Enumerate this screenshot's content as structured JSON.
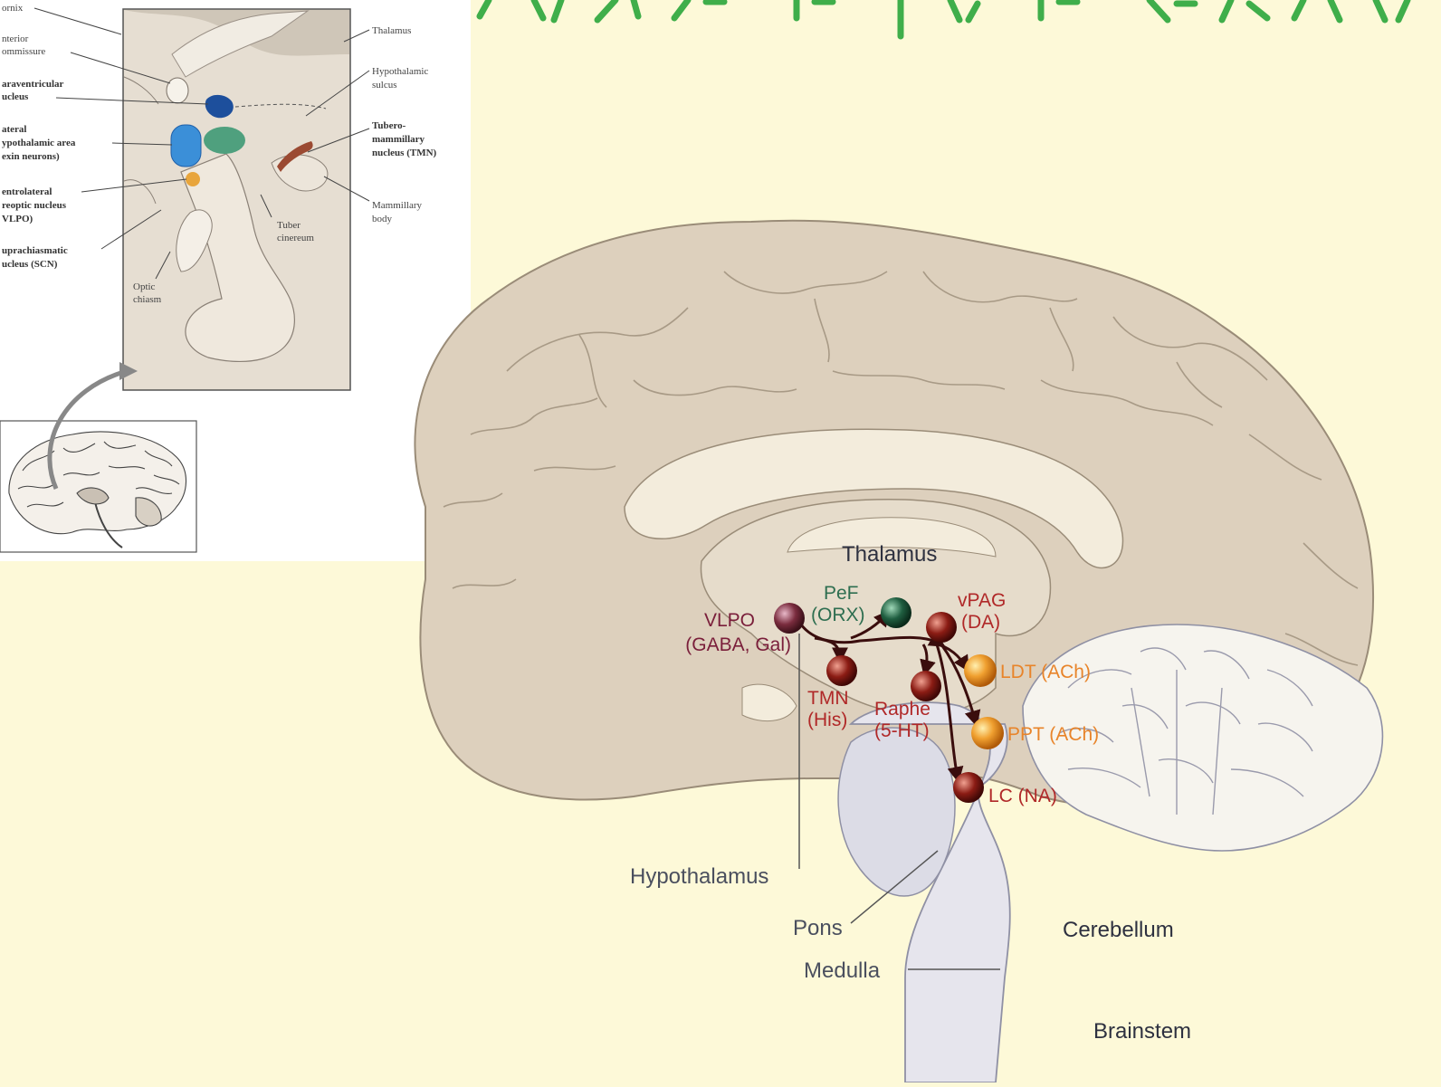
{
  "inset": {
    "left_labels": [
      {
        "id": "fornix",
        "lines": [
          "ornix"
        ]
      },
      {
        "id": "anterior-commissure",
        "lines": [
          "nterior",
          "ommissure"
        ]
      },
      {
        "id": "paraventricular-nucleus",
        "lines": [
          "araventricular",
          "ucleus"
        ]
      },
      {
        "id": "lateral-hypothalamic-area",
        "lines": [
          "ateral",
          "ypothalamic area",
          "exin neurons)"
        ]
      },
      {
        "id": "vlpo",
        "lines": [
          "entrolateral",
          "reoptic nucleus",
          "VLPO)"
        ]
      },
      {
        "id": "scn",
        "lines": [
          "uprachiasmatic",
          "ucleus (SCN)"
        ]
      }
    ],
    "right_labels": [
      {
        "id": "thalamus",
        "lines": [
          "Thalamus"
        ]
      },
      {
        "id": "hypothalamic-sulcus",
        "lines": [
          "Hypothalamic",
          "sulcus"
        ]
      },
      {
        "id": "tmn",
        "lines": [
          "Tubero-",
          "mammillary",
          "nucleus (TMN)"
        ]
      },
      {
        "id": "mammillary-body",
        "lines": [
          "Mammillary",
          "body"
        ]
      }
    ],
    "inner_labels": [
      {
        "id": "tuber-cinereum",
        "lines": [
          "Tuber",
          "cinereum"
        ]
      },
      {
        "id": "optic-chiasm",
        "lines": [
          "Optic",
          "chiasm"
        ]
      }
    ],
    "colors": {
      "paraventricular": "#1d4f9c",
      "lateral_hypothalamic": "#3b8fd8",
      "teal_nucleus": "#4fa07e",
      "vlpo": "#e8a53c",
      "tmn": "#9b4a32"
    }
  },
  "main": {
    "structures": {
      "thalamus": "Thalamus",
      "hypothalamus": "Hypothalamus",
      "pons": "Pons",
      "medulla": "Medulla",
      "cerebellum": "Cerebellum",
      "brainstem": "Brainstem"
    },
    "nuclei": [
      {
        "id": "vlpo",
        "lines": [
          "VLPO",
          "(GABA, Gal)"
        ],
        "color": "#7a2c3e",
        "text_color": "#7a1e3a"
      },
      {
        "id": "pef",
        "lines": [
          "PeF",
          "(ORX)"
        ],
        "color": "#1f5e40",
        "text_color": "#2e6e50"
      },
      {
        "id": "vpag",
        "lines": [
          "vPAG",
          "(DA)"
        ],
        "color": "#8b1c14",
        "text_color": "#b02828"
      },
      {
        "id": "tmn",
        "lines": [
          "TMN",
          "(His)"
        ],
        "color": "#8b1c14",
        "text_color": "#b02828"
      },
      {
        "id": "raphe",
        "lines": [
          "Raphe",
          "(5-HT)"
        ],
        "color": "#8b1c14",
        "text_color": "#b02828"
      },
      {
        "id": "ldt",
        "lines": [
          "LDT (ACh)"
        ],
        "color": "#e88a20",
        "text_color": "#e8842a"
      },
      {
        "id": "ppt",
        "lines": [
          "PPT (ACh)"
        ],
        "color": "#e88a20",
        "text_color": "#e8842a"
      },
      {
        "id": "lc",
        "lines": [
          "LC (NA)"
        ],
        "color": "#8b1c14",
        "text_color": "#b02828"
      }
    ]
  }
}
